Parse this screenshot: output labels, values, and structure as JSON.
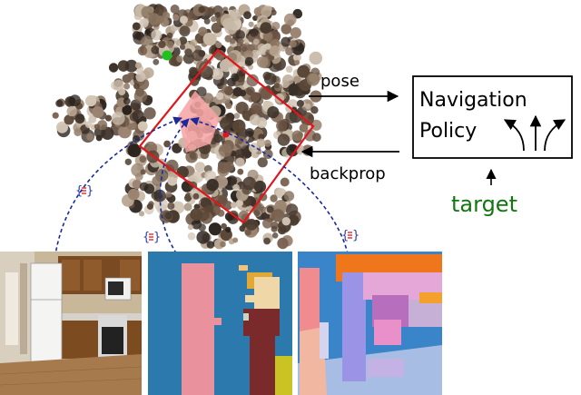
{
  "arrows": {
    "pose_label": "pose",
    "backprop_label": "backprop"
  },
  "policy_box": {
    "line1": "Navigation",
    "line2": "Policy"
  },
  "target": {
    "label": "target",
    "color": "#117711"
  },
  "colors": {
    "frustum": "#e0161c",
    "dashed_links": "#1a2a9a",
    "embedding_icon_bracket": "#2a3aa8",
    "embedding_icon_lines": "#e0161c",
    "semantic_bg": "#2b79ad",
    "instance_bg": "#3a85c9"
  },
  "icons": {
    "embedding": "feature-vector-icon",
    "branching": "branching-arrows-icon"
  },
  "images": [
    {
      "name": "rgb-kitchen-image"
    },
    {
      "name": "semantic-segmentation-image"
    },
    {
      "name": "instance-segmentation-image"
    }
  ]
}
